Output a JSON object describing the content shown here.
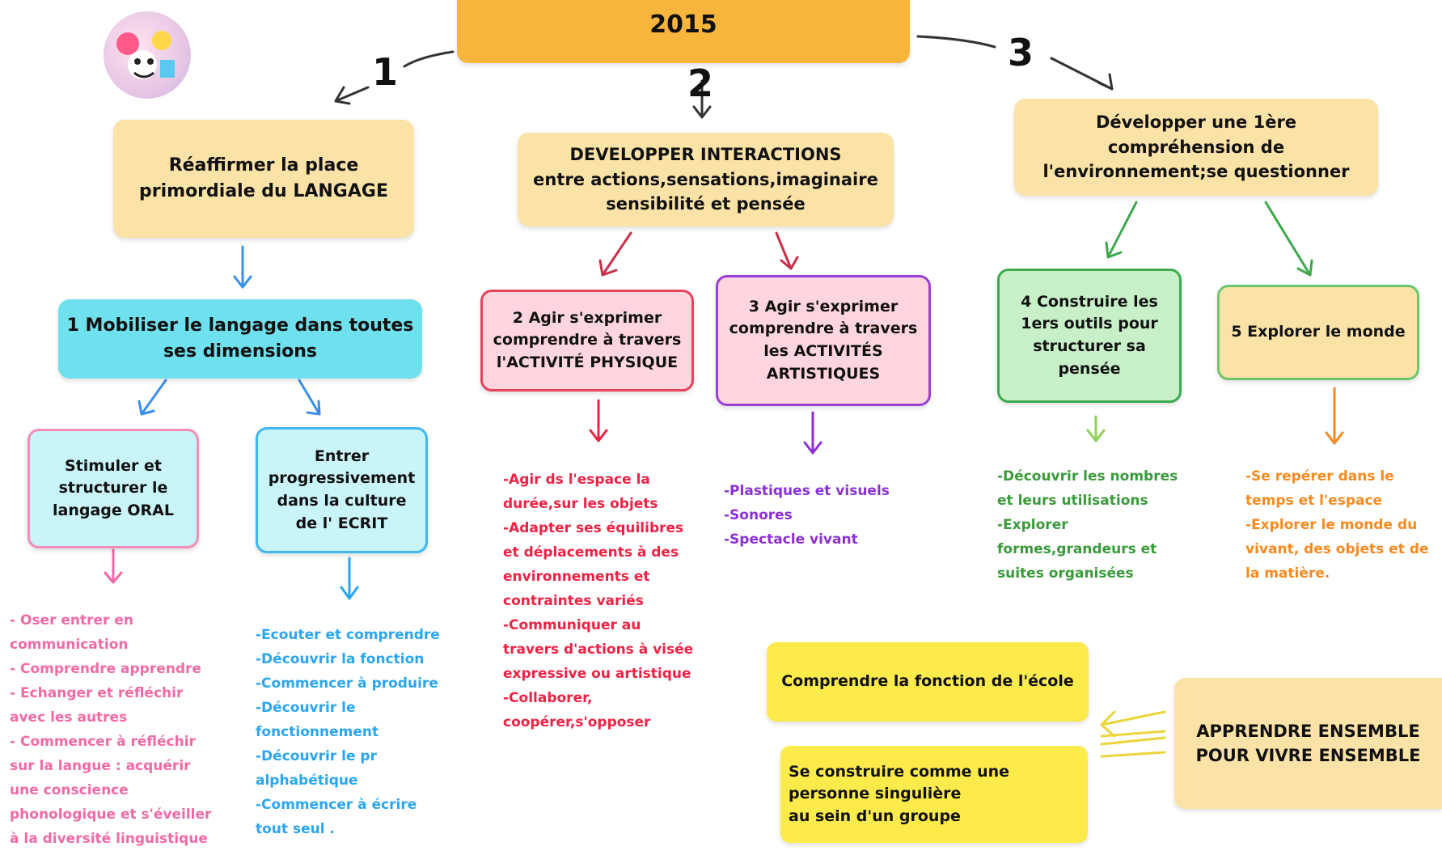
{
  "title_box": {
    "text": "2015"
  },
  "branch_numbers": [
    "1",
    "2",
    "3"
  ],
  "branches": [
    {
      "text": "Réaffirmer la place\nprimordiale du LANGAGE"
    },
    {
      "text": "DEVELOPPER   INTERACTIONS\nentre actions,sensations,imaginaire\nsensibilité et pensée"
    },
    {
      "text": "Développer une 1ère\ncompréhension de\nl'environnement;se questionner"
    }
  ],
  "domains": {
    "d1": "1 Mobiliser le langage dans toutes\nses dimensions",
    "d2": "2 Agir s'exprimer\ncomprendre à travers\nl'ACTIVITÉ PHYSIQUE",
    "d3": "3 Agir s'exprimer\ncomprendre à travers\nles ACTIVITÉS\nARTISTIQUES",
    "d4": "4 Construire les\n1ers outils pour\nstructurer sa\npensée",
    "d5": "5 Explorer le monde"
  },
  "sub_domains": {
    "oral": "Stimuler et\nstructurer le\nlangage ORAL",
    "ecrit": "Entrer\nprogressivement\ndans la culture\nde l' ECRIT"
  },
  "lists": {
    "oral": "- Oser entrer en\ncommunication\n- Comprendre apprendre\n- Echanger et réfléchir\navec les autres\n- Commencer à réfléchir\nsur la langue : acquérir\nune conscience\nphonologique et s'éveiller\nà la diversité linguistique",
    "ecrit": "-Ecouter et comprendre\n-Découvrir la fonction\n-Commencer à produire\n-Découvrir le\nfonctionnement\n-Découvrir le pr\nalphabétique\n-Commencer à écrire\ntout seul .",
    "physique": "-Agir ds l'espace la\ndurée,sur les objets\n-Adapter ses équilibres\net déplacements à des\nenvironnements et\ncontraintes variés\n-Communiquer au\ntravers d'actions à visée\nexpressive ou artistique\n-Collaborer,\ncoopérer,s'opposer",
    "artistique": "-Plastiques et visuels\n-Sonores\n-Spectacle vivant",
    "outils": "-Découvrir les nombres\net leurs utilisations\n-Explorer\nformes,grandeurs et\nsuites organisées",
    "monde": "-Se repérer dans le\ntemps et l'espace\n-Explorer le monde du\nvivant, des objets et de\nla matière."
  },
  "bottom": {
    "ecole": "Comprendre la fonction de l'école",
    "personne": "Se construire comme une\npersonne singulière\nau sein d'un groupe",
    "ensemble": "APPRENDRE ENSEMBLE\nPOUR VIVRE ENSEMBLE"
  },
  "colors": {
    "branch_fill": "#fbe3a8",
    "title_fill": "#f7b53c",
    "d1_fill": "#6fe0ee",
    "d2_fill": "#ffd6de",
    "d2_border": "#e8435c",
    "d3_fill": "#ffd6de",
    "d3_border": "#9a3fd6",
    "d4_fill": "#c8f0c8",
    "d4_border": "#3daa4e",
    "d5_fill": "#fbe3a8",
    "d5_border": "#6cc56c",
    "oral_fill": "#c9f4f9",
    "oral_border": "#f28db5",
    "ecrit_fill": "#c9f4f9",
    "ecrit_border": "#3fb8f0",
    "oral_text": "#f06aa6",
    "ecrit_text": "#2aa6f0",
    "physique_text": "#ee2244",
    "artistique_text": "#8c2fd6",
    "outils_text": "#3a9a3a",
    "monde_text": "#f58a1f",
    "yellow": "#fdeb4c",
    "ensemble_fill": "#fbe3a8"
  },
  "avatar": {
    "icon": "cartoon-avatar-icon"
  }
}
